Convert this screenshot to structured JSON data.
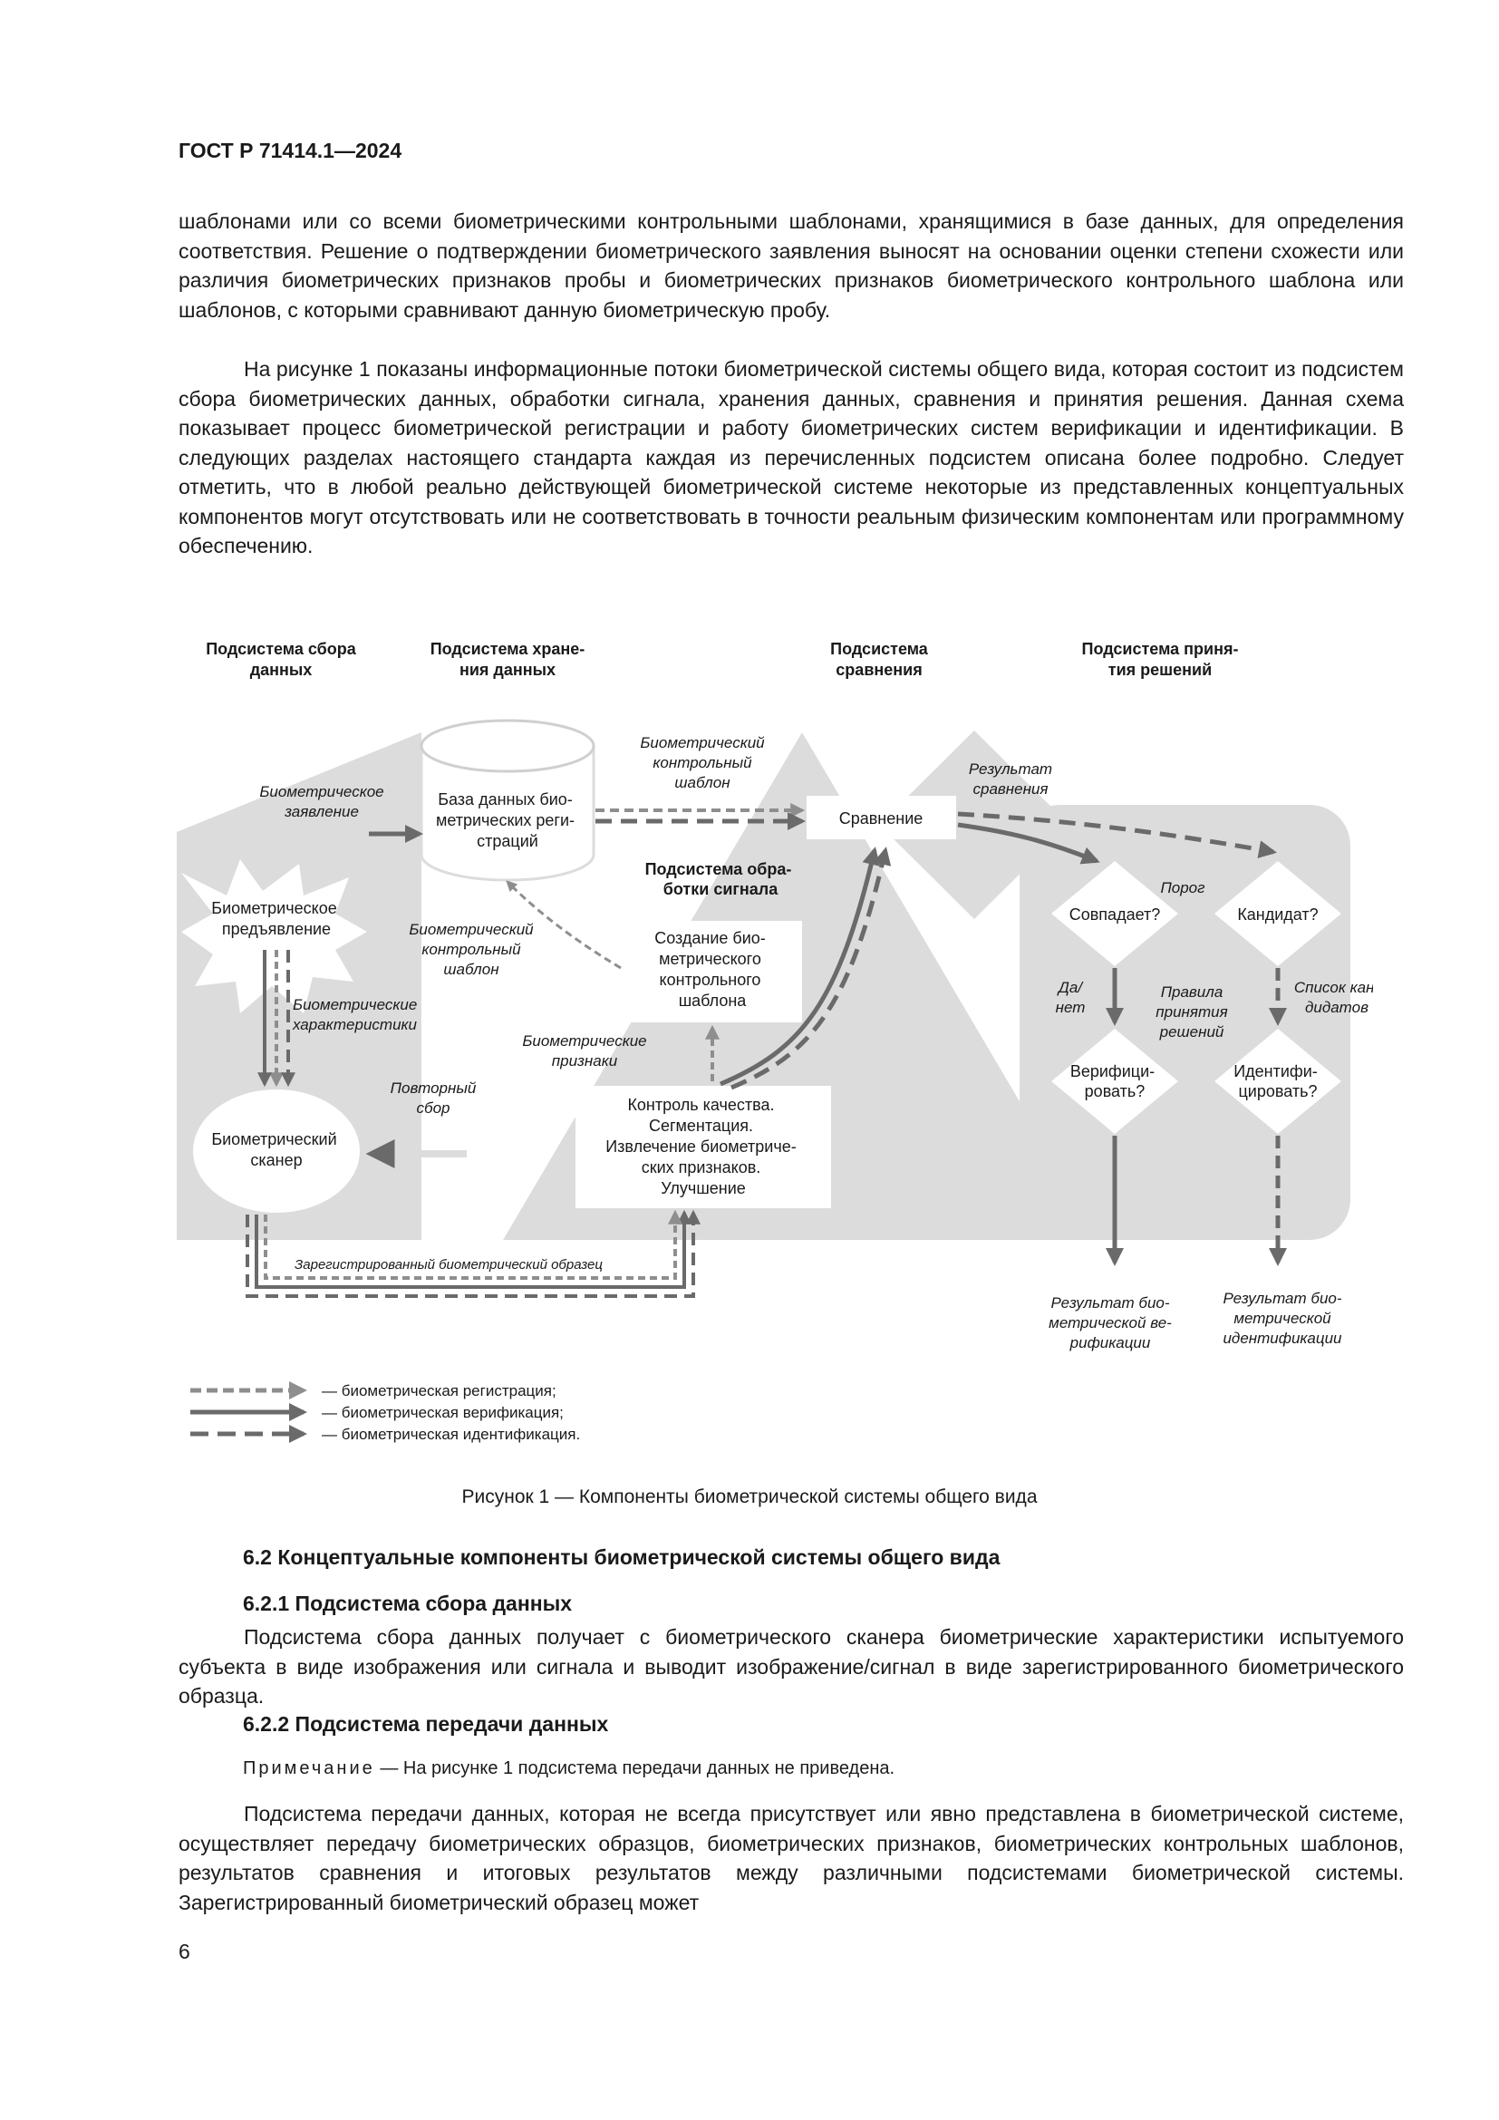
{
  "header": "ГОСТ Р 71414.1—2024",
  "paragraphs": {
    "p1": "шаблонами или со всеми биометрическими контрольными шаблонами, хранящимися в базе данных, для определения соответствия. Решение о подтверждении биометрического заявления выносят на основании оценки степени схожести или различия биометрических признаков пробы и биометрических признаков биометрического контрольного шаблона или шаблонов, с которыми сравнивают данную биометрическую пробу.",
    "p2": "На рисунке 1 показаны информационные потоки биометрической системы общего вида, которая состоит из подсистем сбора биометрических данных, обработки сигнала, хранения данных, сравнения и принятия решения. Данная схема показывает процесс биометрической регистрации и работу биометрических систем верификации и идентификации. В следующих разделах настоящего стандарта каждая из перечисленных подсистем описана более подробно. Следует отметить, что в любой реально действующей биометрической системе некоторые из представленных концептуальных компонентов могут отсутствовать или не соответствовать в точности реальным физическим компонентам или программному обеспечению.",
    "p3": "Подсистема сбора данных получает с биометрического сканера биометрические характеристики испытуемого субъекта в виде изображения или сигнала и выводит изображение/сигнал в виде зарегистрированного биометрического образца.",
    "p4": "Подсистема передачи данных, которая не всегда присутствует или явно представлена в биометрической системе, осуществляет передачу биометрических образцов, биометрических признаков, биометрических контрольных шаблонов, результатов сравнения и итоговых результатов между различными подсистемами биометрической системы. Зарегистрированный биометрический образец может"
  },
  "figure": {
    "column_headers": {
      "collection": [
        "Подсистема сбора",
        "данных"
      ],
      "storage": [
        "Подсистема хране-",
        "ния данных"
      ],
      "comparison": [
        "Подсистема",
        "сравнения"
      ],
      "decision": [
        "Подсистема приня-",
        "тия решений"
      ]
    },
    "boxes": {
      "database": [
        "База данных био-",
        "метрических реги-",
        "страций"
      ],
      "signal_processing": [
        "Подсистема обра-",
        "ботки сигнала"
      ],
      "template_creation": [
        "Создание био-",
        "метрического",
        "контрольного",
        "шаблона"
      ],
      "quality_control": [
        "Контроль качества.",
        "Сегментация.",
        "Извлечение биометриче-",
        "ских признаков.",
        "Улучшение"
      ],
      "comparison": "Сравнение",
      "presentation": [
        "Биометрическое",
        "предъявление"
      ],
      "scanner": [
        "Биометрический",
        "сканер"
      ],
      "match": "Совпадает?",
      "candidate": "Кандидат?",
      "verify": [
        "Верифици-",
        "ровать?"
      ],
      "identify": [
        "Идентифи-",
        "цировать?"
      ]
    },
    "labels": {
      "claim": [
        "Биометрическое",
        "заявление"
      ],
      "ref_template_top": [
        "Биометрический",
        "контрольный",
        "шаблон"
      ],
      "result_comparison": [
        "Результат",
        "сравнения"
      ],
      "ref_template_mid": [
        "Биометрический",
        "контрольный",
        "шаблон"
      ],
      "characteristics": [
        "Биометрические",
        "характеристики"
      ],
      "repeat": [
        "Повторный",
        "сбор"
      ],
      "features": [
        "Биометрические",
        "признаки"
      ],
      "registered_sample": "Зарегистрированный биометрический образец",
      "threshold": "Порог",
      "yes_no": [
        "Да/",
        "нет"
      ],
      "decision_rules": [
        "Правила",
        "принятия",
        "решений"
      ],
      "candidate_list": [
        "Список кан-",
        "дидатов"
      ],
      "result_verification": [
        "Результат био-",
        "метрической ве-",
        "рификации"
      ],
      "result_identification": [
        "Результат био-",
        "метрической",
        "идентификации"
      ]
    },
    "legend": [
      {
        "label": "— биометрическая регистрация;",
        "style": "short-dash",
        "color": "#8e8e8e"
      },
      {
        "label": "— биометрическая верификация;",
        "style": "solid",
        "color": "#6a6a6a"
      },
      {
        "label": "— биометрическая идентификация.",
        "style": "long-dash",
        "color": "#6a6a6a"
      }
    ],
    "colors": {
      "background_shapes": "#dcdcdc",
      "arrows_dark": "#6a6a6a",
      "arrows_light": "#8e8e8e"
    }
  },
  "caption": "Рисунок 1 — Компоненты биометрической системы общего вида",
  "headings": {
    "h62": "6.2 Концептуальные компоненты биометрической системы общего вида",
    "h621": "6.2.1 Подсистема сбора данных",
    "h622": "6.2.2 Подсистема передачи данных"
  },
  "note": {
    "label": "Примечание",
    "text": " — На рисунке 1 подсистема передачи данных не приведена."
  },
  "page_number": "6"
}
